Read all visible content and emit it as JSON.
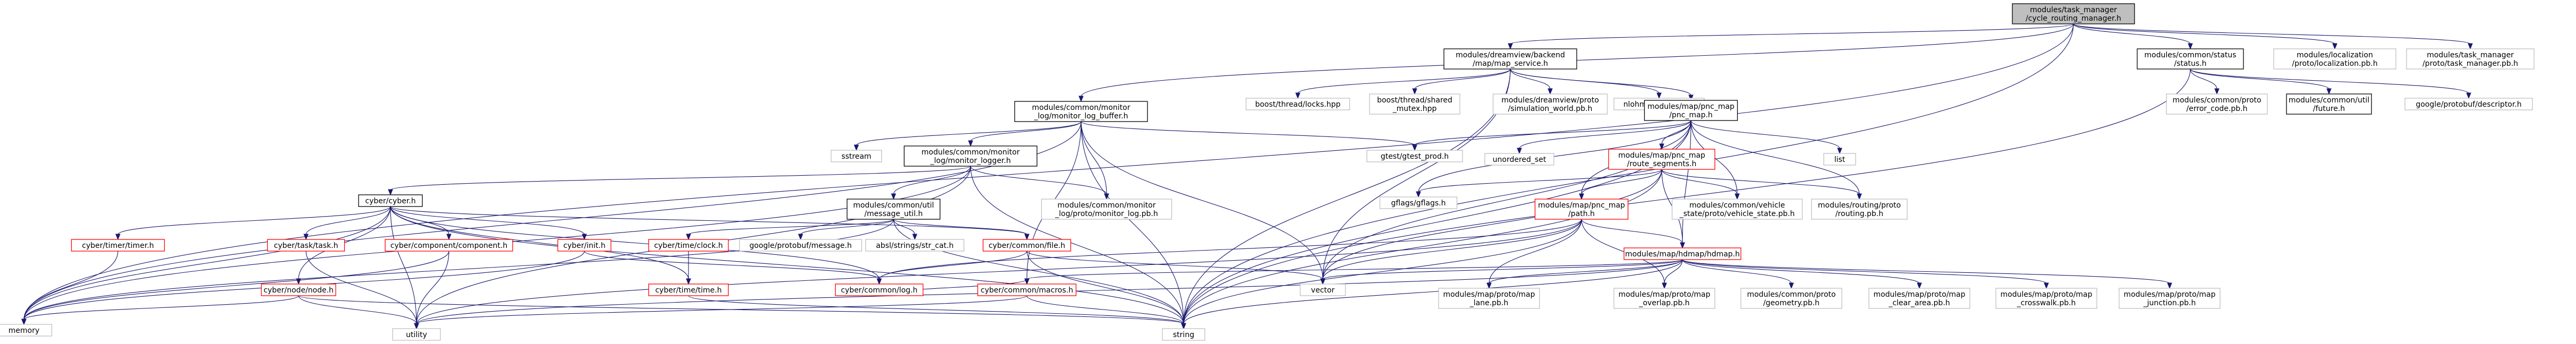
{
  "colors": {
    "edge": "#191970",
    "root_fill": "#bfbfbf",
    "white_border": "#000000",
    "gray_border": "#bfbfbf",
    "red_border": "#ff0000"
  },
  "nodes": [
    {
      "id": "root",
      "lines": [
        "modules/task_manager",
        "/cycle_routing_manager.h"
      ],
      "style": "root"
    },
    {
      "id": "memory",
      "lines": [
        "memory"
      ],
      "style": "gray"
    },
    {
      "id": "logbuf",
      "lines": [
        "modules/common/monitor",
        "_log/monitor_log_buffer.h"
      ],
      "style": "white"
    },
    {
      "id": "mapservice",
      "lines": [
        "modules/dreamview/backend",
        "/map/map_service.h"
      ],
      "style": "white"
    },
    {
      "id": "status",
      "lines": [
        "modules/common/status",
        "/status.h"
      ],
      "style": "white"
    },
    {
      "id": "locpb",
      "lines": [
        "modules/localization",
        "/proto/localization.pb.h"
      ],
      "style": "gray"
    },
    {
      "id": "tmpb",
      "lines": [
        "modules/task_manager",
        "/proto/task_manager.pb.h"
      ],
      "style": "gray"
    },
    {
      "id": "sstream",
      "lines": [
        "sstream"
      ],
      "style": "gray"
    },
    {
      "id": "monlogger",
      "lines": [
        "modules/common/monitor",
        "_log/monitor_logger.h"
      ],
      "style": "white"
    },
    {
      "id": "gtest",
      "lines": [
        "gtest/gtest_prod.h"
      ],
      "style": "gray"
    },
    {
      "id": "boostlocks",
      "lines": [
        "boost/thread/locks.hpp"
      ],
      "style": "gray"
    },
    {
      "id": "boostmutex",
      "lines": [
        "boost/thread/shared",
        "_mutex.hpp"
      ],
      "style": "gray"
    },
    {
      "id": "simworld",
      "lines": [
        "modules/dreamview/proto",
        "/simulation_world.pb.h"
      ],
      "style": "gray"
    },
    {
      "id": "json",
      "lines": [
        "nlohmann/json.hpp"
      ],
      "style": "gray"
    },
    {
      "id": "pncmap",
      "lines": [
        "modules/map/pnc_map",
        "/pnc_map.h"
      ],
      "style": "white"
    },
    {
      "id": "errorcode",
      "lines": [
        "modules/common/proto",
        "/error_code.pb.h"
      ],
      "style": "gray"
    },
    {
      "id": "future",
      "lines": [
        "modules/common/util",
        "/future.h"
      ],
      "style": "white"
    },
    {
      "id": "descriptor",
      "lines": [
        "google/protobuf/descriptor.h"
      ],
      "style": "gray"
    },
    {
      "id": "cyberh",
      "lines": [
        "cyber/cyber.h"
      ],
      "style": "white"
    },
    {
      "id": "msgutil",
      "lines": [
        "modules/common/util",
        "/message_util.h"
      ],
      "style": "white"
    },
    {
      "id": "monlogpb",
      "lines": [
        "modules/common/monitor",
        "_log/proto/monitor_log.pb.h"
      ],
      "style": "gray"
    },
    {
      "id": "unordset",
      "lines": [
        "unordered_set"
      ],
      "style": "gray"
    },
    {
      "id": "routeseg",
      "lines": [
        "modules/map/pnc_map",
        "/route_segments.h"
      ],
      "style": "red"
    },
    {
      "id": "list",
      "lines": [
        "list"
      ],
      "style": "gray"
    },
    {
      "id": "timerh",
      "lines": [
        "cyber/timer/timer.h"
      ],
      "style": "red"
    },
    {
      "id": "taskh",
      "lines": [
        "cyber/task/task.h"
      ],
      "style": "red"
    },
    {
      "id": "componenth",
      "lines": [
        "cyber/component/component.h"
      ],
      "style": "red"
    },
    {
      "id": "inith",
      "lines": [
        "cyber/init.h"
      ],
      "style": "red"
    },
    {
      "id": "clockh",
      "lines": [
        "cyber/time/clock.h"
      ],
      "style": "red"
    },
    {
      "id": "gpbmsg",
      "lines": [
        "google/protobuf/message.h"
      ],
      "style": "gray"
    },
    {
      "id": "absl",
      "lines": [
        "absl/strings/str_cat.h"
      ],
      "style": "gray"
    },
    {
      "id": "fileh",
      "lines": [
        "cyber/common/file.h"
      ],
      "style": "red"
    },
    {
      "id": "gflags",
      "lines": [
        "gflags/gflags.h"
      ],
      "style": "gray"
    },
    {
      "id": "pathh",
      "lines": [
        "modules/map/pnc_map",
        "/path.h"
      ],
      "style": "red"
    },
    {
      "id": "vehstate",
      "lines": [
        "modules/common/vehicle",
        "_state/proto/vehicle_state.pb.h"
      ],
      "style": "gray"
    },
    {
      "id": "routingpb",
      "lines": [
        "modules/routing/proto",
        "/routing.pb.h"
      ],
      "style": "gray"
    },
    {
      "id": "hdmap",
      "lines": [
        "modules/map/hdmap/hdmap.h"
      ],
      "style": "red"
    },
    {
      "id": "nodeh",
      "lines": [
        "cyber/node/node.h"
      ],
      "style": "red"
    },
    {
      "id": "timeh",
      "lines": [
        "cyber/time/time.h"
      ],
      "style": "red"
    },
    {
      "id": "logh",
      "lines": [
        "cyber/common/log.h"
      ],
      "style": "red"
    },
    {
      "id": "macrosh",
      "lines": [
        "cyber/common/macros.h"
      ],
      "style": "red"
    },
    {
      "id": "vector",
      "lines": [
        "vector"
      ],
      "style": "gray"
    },
    {
      "id": "lanepb",
      "lines": [
        "modules/map/proto/map",
        "_lane.pb.h"
      ],
      "style": "gray"
    },
    {
      "id": "overlappb",
      "lines": [
        "modules/map/proto/map",
        "_overlap.pb.h"
      ],
      "style": "gray"
    },
    {
      "id": "geometrypb",
      "lines": [
        "modules/common/proto",
        "/geometry.pb.h"
      ],
      "style": "gray"
    },
    {
      "id": "cleararea",
      "lines": [
        "modules/map/proto/map",
        "_clear_area.pb.h"
      ],
      "style": "gray"
    },
    {
      "id": "crosswalk",
      "lines": [
        "modules/map/proto/map",
        "_crosswalk.pb.h"
      ],
      "style": "gray"
    },
    {
      "id": "junction",
      "lines": [
        "modules/map/proto/map",
        "_junction.pb.h"
      ],
      "style": "gray"
    },
    {
      "id": "utility",
      "lines": [
        "utility"
      ],
      "style": "gray"
    },
    {
      "id": "string",
      "lines": [
        "string"
      ],
      "style": "gray"
    }
  ],
  "edges": [
    [
      "root",
      "memory"
    ],
    [
      "root",
      "logbuf"
    ],
    [
      "root",
      "mapservice"
    ],
    [
      "root",
      "status"
    ],
    [
      "root",
      "locpb"
    ],
    [
      "root",
      "tmpb"
    ],
    [
      "root",
      "string"
    ],
    [
      "logbuf",
      "sstream"
    ],
    [
      "logbuf",
      "monlogger"
    ],
    [
      "logbuf",
      "gtest"
    ],
    [
      "logbuf",
      "monlogpb"
    ],
    [
      "logbuf",
      "vector"
    ],
    [
      "logbuf",
      "string"
    ],
    [
      "logbuf",
      "memory"
    ],
    [
      "logbuf",
      "macrosh"
    ],
    [
      "mapservice",
      "boostlocks"
    ],
    [
      "mapservice",
      "boostmutex"
    ],
    [
      "mapservice",
      "simworld"
    ],
    [
      "mapservice",
      "json"
    ],
    [
      "mapservice",
      "pncmap"
    ],
    [
      "mapservice",
      "vector"
    ],
    [
      "mapservice",
      "string"
    ],
    [
      "status",
      "errorcode"
    ],
    [
      "status",
      "future"
    ],
    [
      "status",
      "descriptor"
    ],
    [
      "status",
      "string"
    ],
    [
      "monlogger",
      "cyberh"
    ],
    [
      "monlogger",
      "msgutil"
    ],
    [
      "monlogger",
      "monlogpb"
    ],
    [
      "monlogger",
      "memory"
    ],
    [
      "monlogger",
      "string"
    ],
    [
      "monlogger",
      "utility"
    ],
    [
      "pncmap",
      "gtest"
    ],
    [
      "pncmap",
      "unordset"
    ],
    [
      "pncmap",
      "routeseg"
    ],
    [
      "pncmap",
      "list"
    ],
    [
      "pncmap",
      "gflags"
    ],
    [
      "pncmap",
      "pathh"
    ],
    [
      "pncmap",
      "vehstate"
    ],
    [
      "pncmap",
      "routingpb"
    ],
    [
      "pncmap",
      "hdmap"
    ],
    [
      "pncmap",
      "vector"
    ],
    [
      "pncmap",
      "string"
    ],
    [
      "cyberh",
      "timerh"
    ],
    [
      "cyberh",
      "taskh"
    ],
    [
      "cyberh",
      "componenth"
    ],
    [
      "cyberh",
      "inith"
    ],
    [
      "cyberh",
      "nodeh"
    ],
    [
      "cyberh",
      "timeh"
    ],
    [
      "cyberh",
      "logh"
    ],
    [
      "cyberh",
      "fileh"
    ],
    [
      "cyberh",
      "memory"
    ],
    [
      "cyberh",
      "utility"
    ],
    [
      "cyberh",
      "string"
    ],
    [
      "msgutil",
      "clockh"
    ],
    [
      "msgutil",
      "gpbmsg"
    ],
    [
      "msgutil",
      "absl"
    ],
    [
      "msgutil",
      "fileh"
    ],
    [
      "msgutil",
      "memory"
    ],
    [
      "msgutil",
      "string"
    ],
    [
      "routeseg",
      "gflags"
    ],
    [
      "routeseg",
      "pathh"
    ],
    [
      "routeseg",
      "vehstate"
    ],
    [
      "routeseg",
      "routingpb"
    ],
    [
      "routeseg",
      "hdmap"
    ],
    [
      "routeseg",
      "vector"
    ],
    [
      "routeseg",
      "string"
    ],
    [
      "pathh",
      "hdmap"
    ],
    [
      "pathh",
      "lanepb"
    ],
    [
      "pathh",
      "overlappb"
    ],
    [
      "pathh",
      "logh"
    ],
    [
      "pathh",
      "vector"
    ],
    [
      "pathh",
      "string"
    ],
    [
      "pathh",
      "utility"
    ],
    [
      "hdmap",
      "lanepb"
    ],
    [
      "hdmap",
      "overlappb"
    ],
    [
      "hdmap",
      "geometrypb"
    ],
    [
      "hdmap",
      "cleararea"
    ],
    [
      "hdmap",
      "crosswalk"
    ],
    [
      "hdmap",
      "junction"
    ],
    [
      "hdmap",
      "macrosh"
    ],
    [
      "hdmap",
      "vector"
    ],
    [
      "hdmap",
      "string"
    ],
    [
      "hdmap",
      "utility"
    ],
    [
      "timerh",
      "memory"
    ],
    [
      "taskh",
      "utility"
    ],
    [
      "componenth",
      "memory"
    ],
    [
      "componenth",
      "utility"
    ],
    [
      "inith",
      "logh"
    ],
    [
      "inith",
      "memory"
    ],
    [
      "nodeh",
      "memory"
    ],
    [
      "nodeh",
      "utility"
    ],
    [
      "nodeh",
      "string"
    ],
    [
      "clockh",
      "timeh"
    ],
    [
      "timeh",
      "string"
    ],
    [
      "fileh",
      "logh"
    ],
    [
      "fileh",
      "string"
    ],
    [
      "fileh",
      "vector"
    ],
    [
      "logh",
      "macrosh"
    ],
    [
      "macrosh",
      "string"
    ],
    [
      "macrosh",
      "utility"
    ]
  ]
}
